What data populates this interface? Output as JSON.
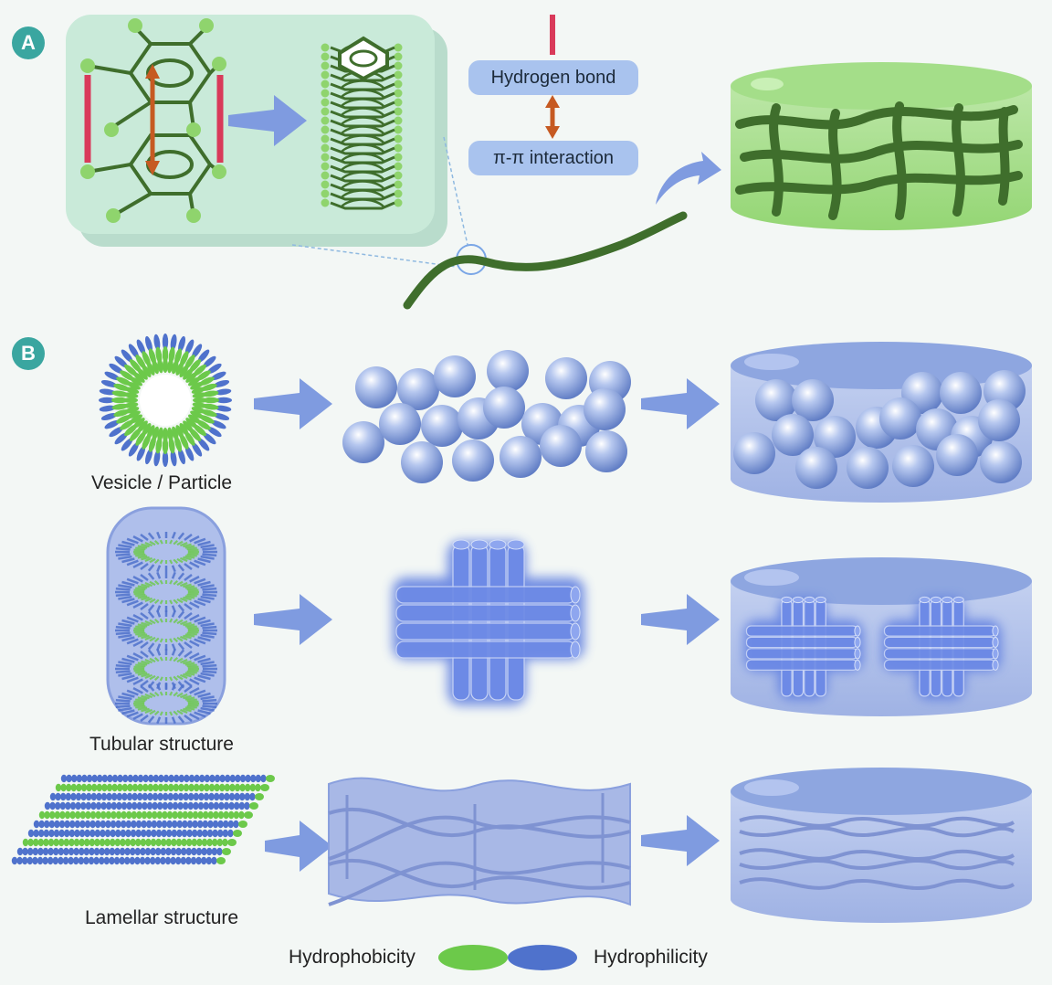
{
  "panel_a": {
    "badge": "A",
    "hydrogen_bond_label": "Hydrogen bond",
    "pi_label": "π-π interaction"
  },
  "panel_b": {
    "badge": "B",
    "rows": [
      {
        "label": "Vesicle / Particle"
      },
      {
        "label": "Tubular structure"
      },
      {
        "label": "Lamellar structure"
      }
    ]
  },
  "legend": {
    "hydrophobic_label": "Hydrophobicity",
    "hydrophilic_label": "Hydrophilicity",
    "hydrophobic_color": "#6cc94a",
    "hydrophilic_color": "#4f72cc"
  },
  "colors": {
    "teal": "#3aa6a0",
    "hbond": "#d93a5a",
    "pi_arrow": "#c65a22",
    "fiber": "#3f6e2c",
    "gel_green": "#9ed883",
    "gel_blue": "#93a9de",
    "arrow_blue": "#7f9be0"
  }
}
